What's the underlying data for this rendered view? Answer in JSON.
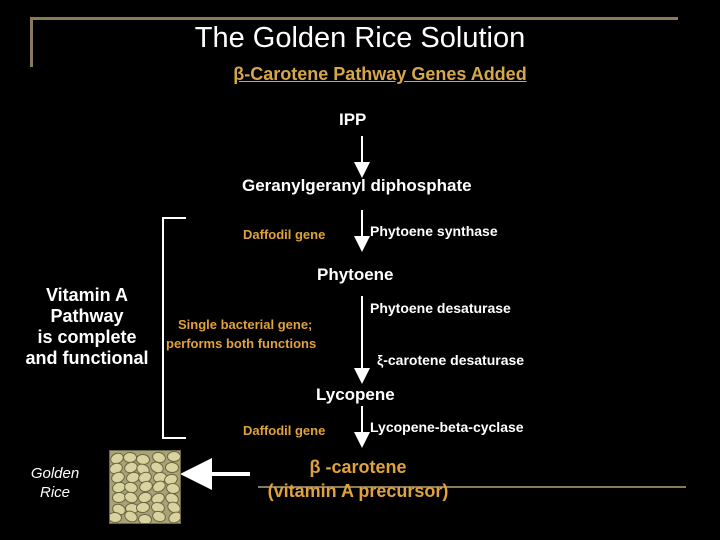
{
  "title": "The Golden Rice Solution",
  "subtitle": "β-Carotene Pathway Genes Added",
  "nodes": {
    "ipp": "IPP",
    "ggpp": "Geranylgeranyl diphosphate",
    "phytoene": "Phytoene",
    "lycopene": "Lycopene",
    "beta_carotene": "β -carotene",
    "beta_carotene_note": "(vitamin A precursor)"
  },
  "enzymes": {
    "phytoene_synthase": "Phytoene synthase",
    "phytoene_desaturase": "Phytoene desaturase",
    "xi_carotene_desaturase": "ξ-carotene desaturase",
    "lycopene_cyclase": "Lycopene-beta-cyclase"
  },
  "genes": {
    "daffodil_1": "Daffodil gene",
    "bacterial_line1": "Single bacterial gene;",
    "bacterial_line2": "performs both functions",
    "daffodil_2": "Daffodil gene"
  },
  "pathway_note": [
    "Vitamin A",
    "Pathway",
    "is complete",
    "and functional"
  ],
  "rice_label": [
    "Golden",
    "Rice"
  ],
  "colors": {
    "accent": "#e0a23a",
    "frame": "#8a7a5a",
    "background": "#000000"
  }
}
